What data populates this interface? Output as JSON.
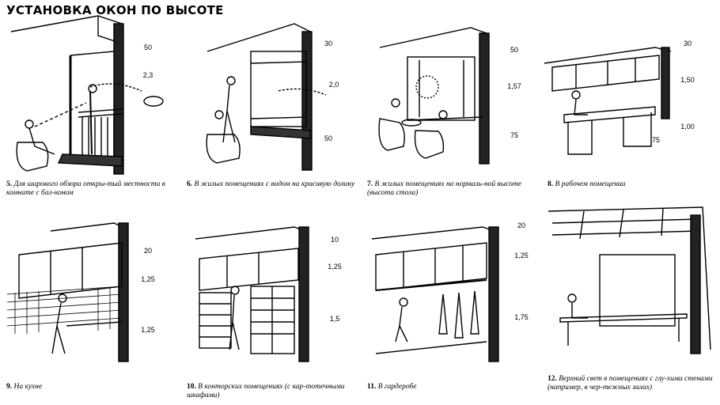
{
  "title": "УСТАНОВКА ОКОН ПО ВЫСОТЕ",
  "panels": [
    {
      "num": "5.",
      "caption": "Для широкого обзора откры-тый местности в комнате с бал-коном",
      "dims": [
        "50",
        "2,3"
      ],
      "extra": "2,3"
    },
    {
      "num": "6.",
      "caption": "В жилых помещениях с видом на красивую долину",
      "dims": [
        "30",
        "50"
      ],
      "extra": "2,0"
    },
    {
      "num": "7.",
      "caption": "В жилых помещениях на нормаль-ной высоте (высота стола)",
      "dims": [
        "50",
        "1,57",
        "75"
      ],
      "extra": ""
    },
    {
      "num": "8.",
      "caption": "В рабочем помещении",
      "dims": [
        "30",
        "1,50",
        "1,00",
        "75"
      ],
      "extra": ""
    },
    {
      "num": "9.",
      "caption": "На кухне",
      "dims": [
        "20",
        "1,25",
        "1,25"
      ],
      "extra": ""
    },
    {
      "num": "10.",
      "caption": "В конторских помещениях (с кар-тотечными шкафами)",
      "dims": [
        "10",
        "1,25",
        "1,5"
      ],
      "extra": ""
    },
    {
      "num": "11.",
      "caption": "В гардеробе",
      "dims": [
        "20",
        "1,25",
        "1,75"
      ],
      "extra": ""
    },
    {
      "num": "12.",
      "caption": "Верхний свет в помещениях с глу-хими стенами (например, в чер-тежных залах)",
      "dims": [],
      "extra": ""
    }
  ]
}
